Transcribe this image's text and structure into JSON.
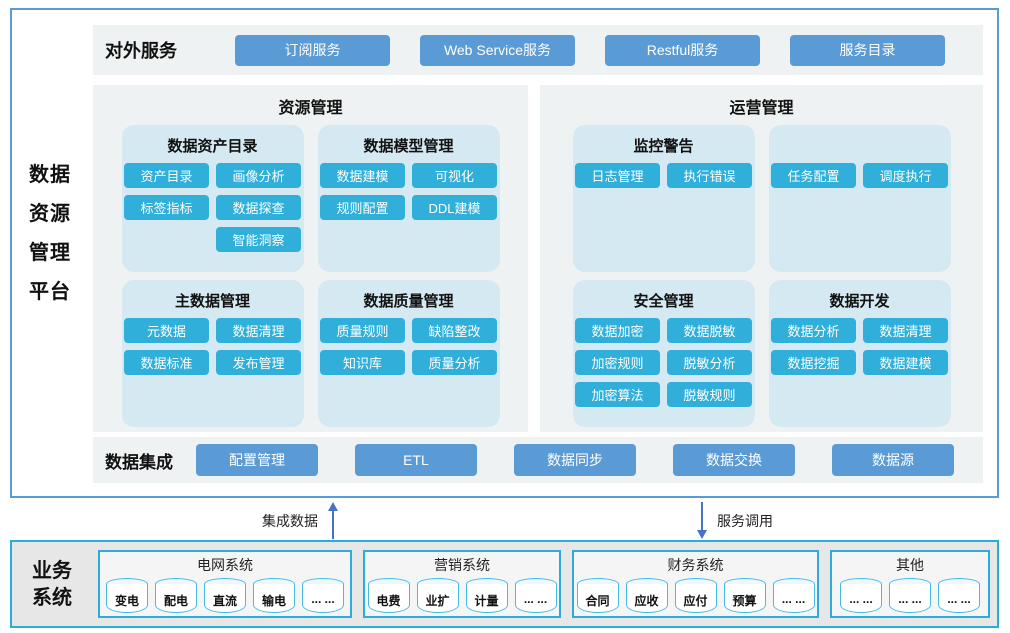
{
  "platform": {
    "side_label": "数据资源管理平台",
    "side_label_lines": [
      "数据",
      "资源",
      "管理",
      "平台"
    ]
  },
  "external_services": {
    "label": "对外服务",
    "buttons": [
      "订阅服务",
      "Web Service服务",
      "Restful服务",
      "服务目录"
    ]
  },
  "resource_management": {
    "title": "资源管理",
    "boxes": [
      {
        "title": "数据资产目录",
        "buttons": [
          "资产目录",
          "画像分析",
          "标签指标",
          "数据探查",
          "智能洞察"
        ],
        "offset_last": true
      },
      {
        "title": "数据模型管理",
        "buttons": [
          "数据建模",
          "可视化",
          "规则配置",
          "DDL建模"
        ]
      },
      {
        "title": "主数据管理",
        "buttons": [
          "元数据",
          "数据清理",
          "数据标准",
          "发布管理"
        ]
      },
      {
        "title": "数据质量管理",
        "buttons": [
          "质量规则",
          "缺陷整改",
          "知识库",
          "质量分析"
        ]
      }
    ]
  },
  "operation_management": {
    "title": "运营管理",
    "boxes": [
      {
        "title": "监控警告",
        "buttons": [
          "日志管理",
          "执行错误"
        ]
      },
      {
        "title": "",
        "buttons": [
          "任务配置",
          "调度执行"
        ]
      },
      {
        "title": "安全管理",
        "buttons": [
          "数据加密",
          "数据脱敏",
          "加密规则",
          "脱敏分析",
          "加密算法",
          "脱敏规则"
        ]
      },
      {
        "title": "数据开发",
        "buttons": [
          "数据分析",
          "数据清理",
          "数据挖掘",
          "数据建模"
        ]
      }
    ]
  },
  "data_integration": {
    "label": "数据集成",
    "buttons": [
      "配置管理",
      "ETL",
      "数据同步",
      "数据交换",
      "数据源"
    ]
  },
  "flows": {
    "up": {
      "label": "集成数据",
      "direction": "up"
    },
    "down": {
      "label": "服务调用",
      "direction": "down"
    }
  },
  "business_systems": {
    "label": "业务系统",
    "label_lines": [
      "业务",
      "系统"
    ],
    "groups": [
      {
        "title": "电网系统",
        "items": [
          "变电",
          "配电",
          "直流",
          "输电",
          "... ..."
        ]
      },
      {
        "title": "营销系统",
        "items": [
          "电费",
          "业扩",
          "计量",
          "... ..."
        ]
      },
      {
        "title": "财务系统",
        "items": [
          "合同",
          "应收",
          "应付",
          "预算",
          "... ..."
        ]
      },
      {
        "title": "其他",
        "items": [
          "... ...",
          "... ...",
          "... ..."
        ]
      }
    ]
  },
  "colors": {
    "primary_button": "#5b9bd5",
    "cyan_button": "#2fafda",
    "module_box_bg": "#d5e9f2",
    "panel_bg": "#eff2f2",
    "outer_border": "#5b9bd5",
    "business_border": "#2bacdb",
    "arrow": "#4472c4"
  }
}
